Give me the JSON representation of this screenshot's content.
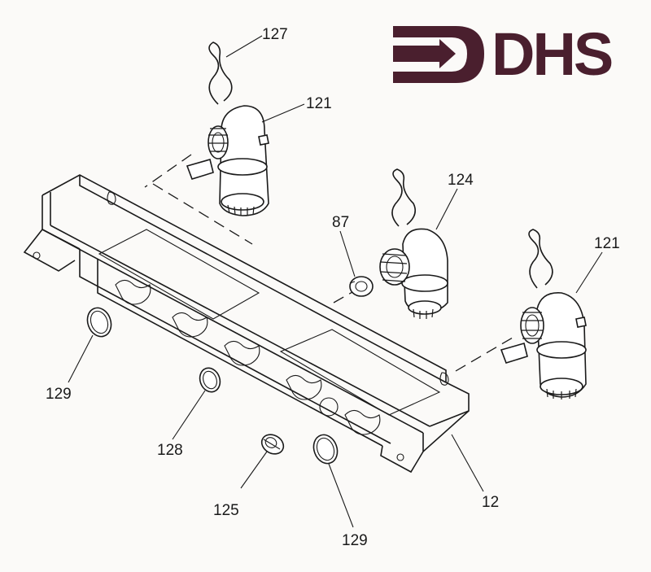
{
  "logo": {
    "text": "DHS",
    "color": "#4a1f2e"
  },
  "callouts": {
    "c127": "127",
    "c121_top": "121",
    "c124": "124",
    "c87": "87",
    "c121_right": "121",
    "c129_left": "129",
    "c128": "128",
    "c125": "125",
    "c129_bottom": "129",
    "c12": "12"
  }
}
